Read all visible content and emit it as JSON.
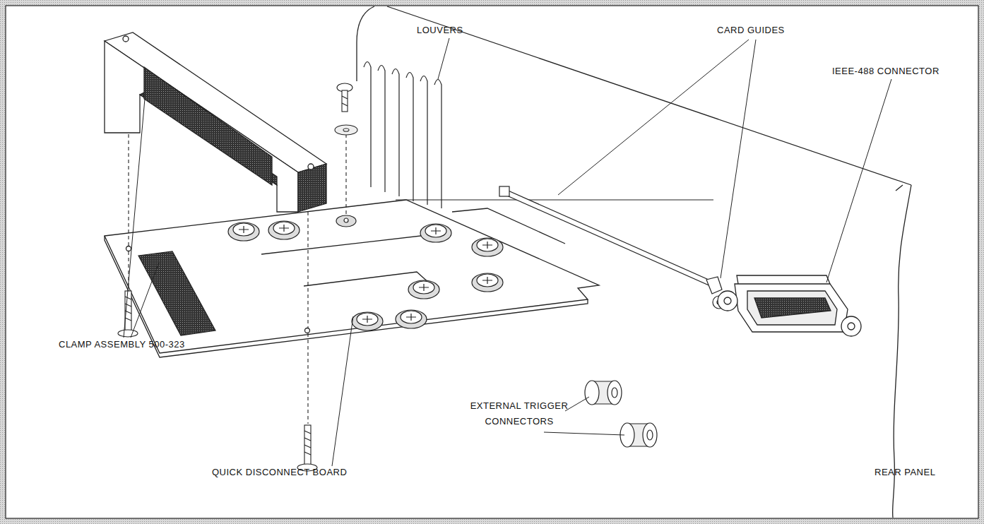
{
  "diagram": {
    "labels": [
      "LOUVERS",
      "CARD GUIDES",
      "IEEE-488 CONNECTOR",
      "CLAMP ASSEMBLY 500-323",
      "EXTERNAL TRIGGER CONNECTORS",
      "QUICK DISCONNECT BOARD",
      "REAR PANEL"
    ]
  }
}
